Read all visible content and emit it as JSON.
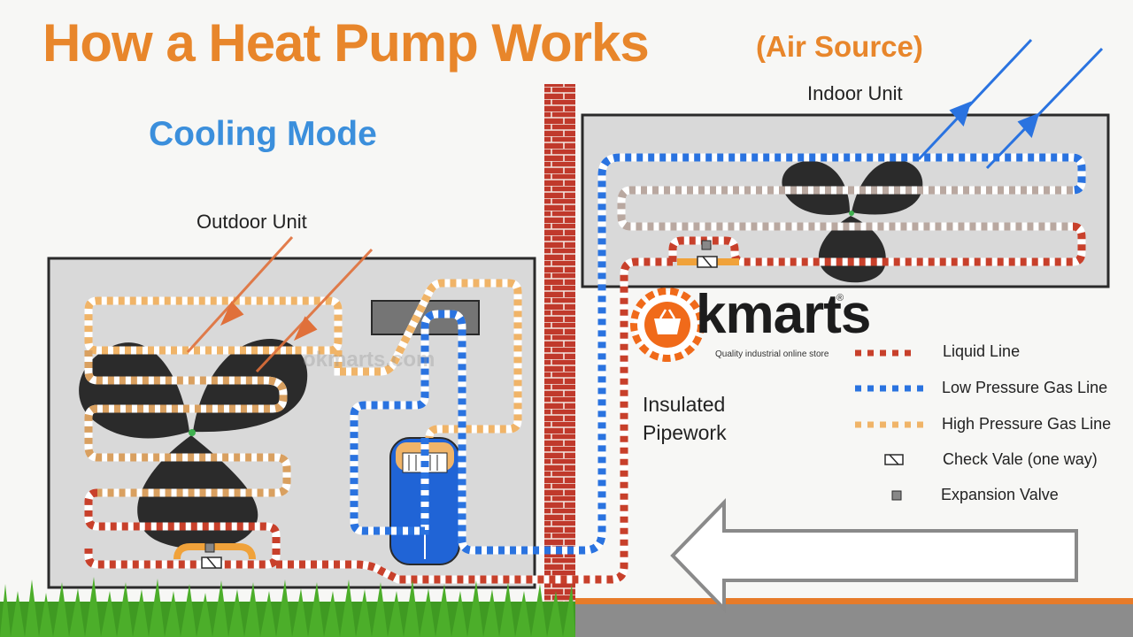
{
  "title": "How a Heat Pump Works",
  "subtitle": "(Air Source)",
  "mode": "Cooling Mode",
  "outdoor_unit_label": "Outdoor Unit",
  "indoor_unit_label": "Indoor Unit",
  "pipework_label_line1": "Insulated",
  "pipework_label_line2": "Pipework",
  "brand": {
    "name": "kmarts",
    "tagline": "Quality industrial online store",
    "registered_mark": "®",
    "watermark": "okmarts.com"
  },
  "legend": [
    {
      "label": "Liquid Line",
      "color": "#c8402b",
      "style": "dashed"
    },
    {
      "label": "Low Pressure Gas Line",
      "color": "#2a73e0",
      "style": "dashed"
    },
    {
      "label": "High Pressure Gas Line",
      "color": "#f0b468",
      "style": "dashed"
    },
    {
      "label": "Check Vale (one way)",
      "icon": "check-valve-icon"
    },
    {
      "label": "Expansion Valve",
      "icon": "expansion-valve-icon"
    }
  ],
  "colors": {
    "title_orange": "#e8862b",
    "mode_blue": "#3b8fdc",
    "liquid_line": "#c8402b",
    "low_pressure_gas": "#2a73e0",
    "high_pressure_gas": "#f0b468",
    "wall_brick": "#c0392b",
    "unit_casing": "#d9d9d9",
    "fan_blade": "#2b2b2b",
    "grass": "#3f9a22",
    "indoor_floor": "#e77b29"
  }
}
